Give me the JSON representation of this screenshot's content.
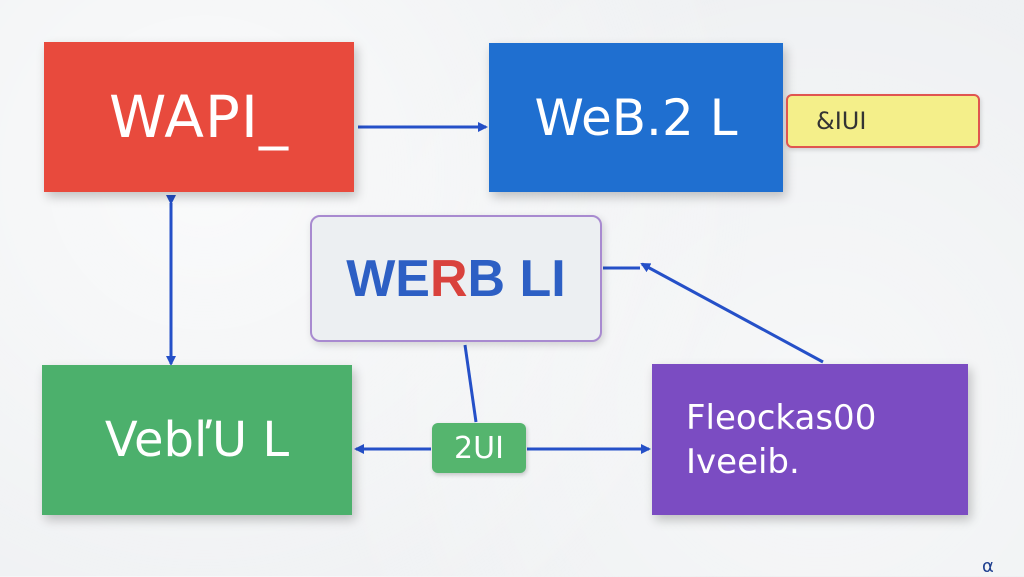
{
  "colors": {
    "red": "#e84a3d",
    "blue": "#1f6fd0",
    "yellow": "#f4ef8a",
    "white_box": "#eceff2",
    "green": "#4cb06c",
    "green_label": "#55b56e",
    "purple": "#7b4cc2",
    "arrow": "#2550c8"
  },
  "nodes": {
    "wapi": {
      "label": "WAPI_"
    },
    "web2": {
      "label": "WeB.2 L"
    },
    "yellow_tag": {
      "label": "&IUI"
    },
    "werb": {
      "label_part1": "WE",
      "label_part2": "R",
      "label_part3": "B LI"
    },
    "vebl": {
      "label": "VebľU L"
    },
    "ui2": {
      "label": "2UI"
    },
    "flec": {
      "line1": "Fleockas00",
      "line2": "Iveeib."
    }
  },
  "corner_mark": "α"
}
